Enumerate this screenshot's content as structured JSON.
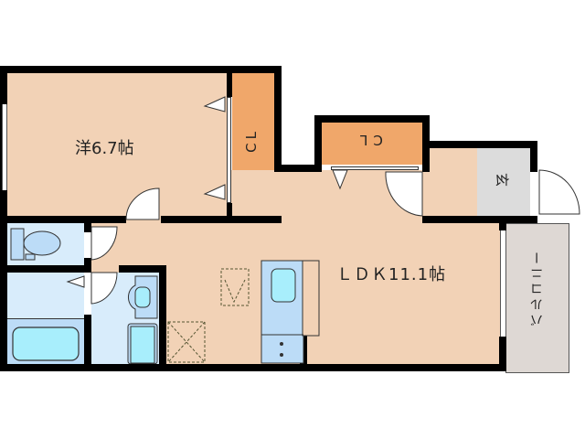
{
  "floorplan": {
    "rooms": {
      "western_room": {
        "label": "洋6.7帖",
        "type": "Western-style room",
        "size_jo": 6.7
      },
      "closet_main": {
        "label": "CL"
      },
      "closet_small": {
        "label": "CL"
      },
      "ldk": {
        "label": "ＬＤＫ11.1帖",
        "type": "LDK",
        "size_jo": 11.1
      },
      "entrance": {
        "label": "玄"
      },
      "balcony": {
        "label": "バルコニー"
      },
      "toilet": {
        "label": ""
      },
      "washroom": {
        "label": ""
      },
      "bathroom": {
        "label": ""
      }
    },
    "colors": {
      "room_floor": "#f2d2b6",
      "closet": "#f0a76a",
      "wet_area": "#d8ecfb",
      "fixture": "#bcdcf7",
      "fixture_inner": "#a8eefc",
      "entrance_floor": "#dcdcdc",
      "balcony": "#ded8d4",
      "wall": "#000000"
    }
  }
}
